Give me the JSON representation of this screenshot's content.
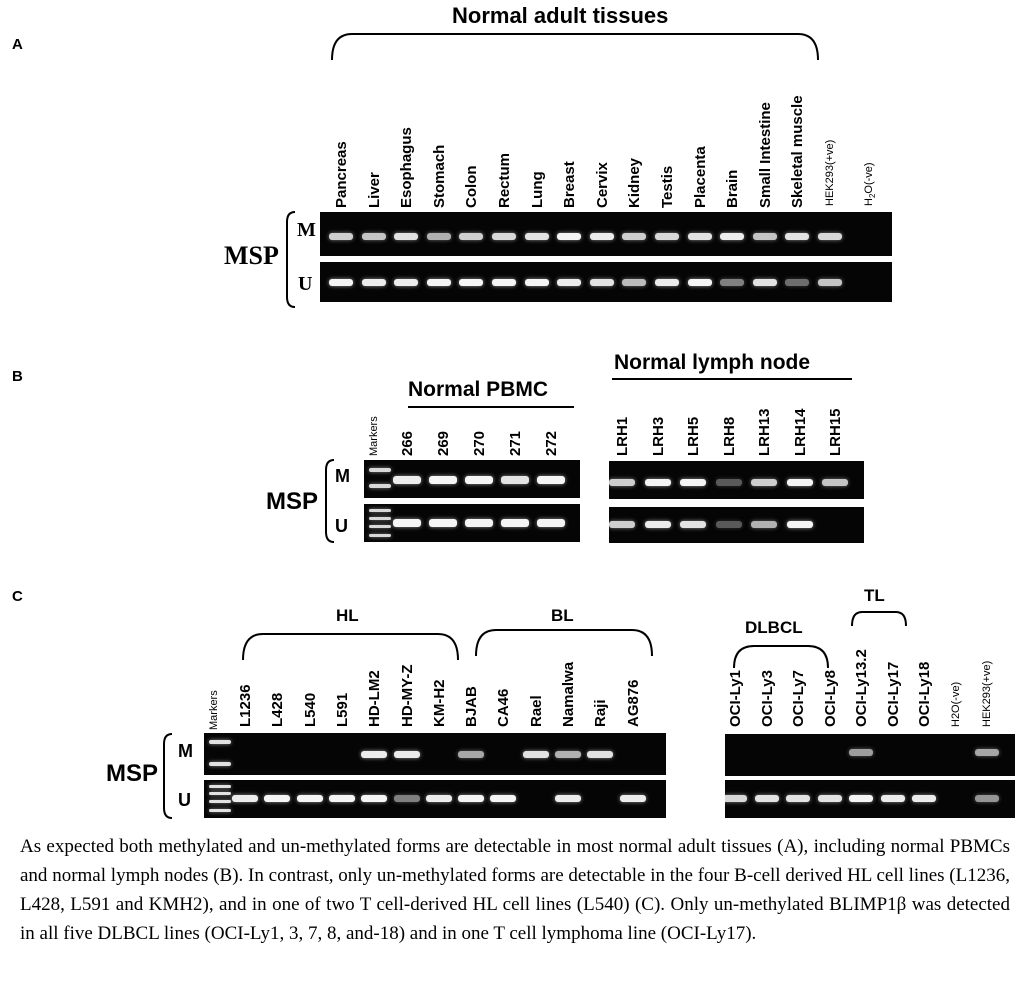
{
  "panelA": {
    "letter": "A",
    "title": "Normal adult tissues",
    "msp": "MSP",
    "row_m": "M",
    "row_u": "U",
    "lanes": [
      "Pancreas",
      "Liver",
      "Esophagus",
      "Stomach",
      "Colon",
      "Rectum",
      "Lung",
      "Breast",
      "Cervix",
      "Kidney",
      "Testis",
      "Placenta",
      "Brain",
      "Small Intestine",
      "Skeletal muscle"
    ],
    "ctrl_pos": "HEK293(+ve)",
    "ctrl_neg_prefix": "H",
    "ctrl_neg_sub": "2",
    "ctrl_neg_suffix": "O(-ve)",
    "m_intensity": [
      0.75,
      0.7,
      0.85,
      0.6,
      0.75,
      0.8,
      0.85,
      0.95,
      0.9,
      0.75,
      0.8,
      0.85,
      0.9,
      0.7,
      0.85,
      0.8,
      0
    ],
    "u_intensity": [
      0.95,
      0.9,
      0.9,
      0.95,
      0.95,
      0.95,
      0.95,
      0.9,
      0.85,
      0.65,
      0.9,
      0.95,
      0.35,
      0.85,
      0.25,
      0.7
    ]
  },
  "panelB": {
    "letter": "B",
    "title_pbmc": "Normal PBMC",
    "title_ln": "Normal lymph node",
    "markers": "Markers",
    "msp": "MSP",
    "row_m": "M",
    "row_u": "U",
    "pbmc_lanes": [
      "266",
      "269",
      "270",
      "271",
      "272"
    ],
    "ln_lanes": [
      "LRH1",
      "LRH3",
      "LRH5",
      "LRH8",
      "LRH13",
      "LRH14",
      "LRH15"
    ],
    "pbmc_m": [
      0.9,
      0.95,
      0.95,
      0.85,
      0.95
    ],
    "pbmc_u": [
      0.95,
      0.95,
      0.95,
      0.95,
      0.95
    ],
    "ln_m": [
      0.75,
      0.95,
      0.95,
      0.15,
      0.75,
      0.95,
      0.7
    ],
    "ln_u": [
      0.75,
      0.9,
      0.85,
      0.15,
      0.6,
      0.95,
      0
    ]
  },
  "panelC": {
    "letter": "C",
    "hl": "HL",
    "bl": "BL",
    "dlbcl": "DLBCL",
    "tl": "TL",
    "markers": "Markers",
    "msp": "MSP",
    "row_m": "M",
    "row_u": "U",
    "left_lanes": [
      "L1236",
      "L428",
      "L540",
      "L591",
      "HD-LM2",
      "HD-MY-Z",
      "KM-H2",
      "BJAB",
      "CA46",
      "Rael",
      "Namalwa",
      "Raji",
      "AG876"
    ],
    "right_lanes": [
      "OCI-Ly1",
      "OCI-Ly3",
      "OCI-Ly7",
      "OCI-Ly8",
      "OCI-Ly13.2",
      "OCI-Ly17",
      "OCI-Ly18"
    ],
    "ctrl_neg": "H2O(-ve)",
    "ctrl_pos": "HEK293(+ve)",
    "left_m": [
      0,
      0,
      0,
      0,
      0.9,
      0.9,
      0,
      0.55,
      0,
      0.85,
      0.6,
      0.85,
      0
    ],
    "left_u": [
      0.9,
      0.95,
      0.95,
      0.95,
      0.95,
      0.35,
      0.9,
      0.95,
      0.95,
      0,
      0.9,
      0,
      0.9
    ],
    "right_m": [
      0,
      0,
      0,
      0,
      0.5,
      0,
      0,
      0,
      0.55
    ],
    "right_u": [
      0.8,
      0.85,
      0.85,
      0.85,
      0.95,
      0.9,
      0.9,
      0,
      0.45
    ]
  },
  "caption": "As expected both methylated and un-methylated forms are detectable in most normal adult tissues (A), including normal PBMCs and normal lymph nodes (B). In contrast, only un-methylated forms are detectable in the four B-cell derived HL cell lines (L1236, L428, L591 and KMH2), and in one of two T cell-derived HL cell lines (L540) (C). Only un-methylated BLIMP1β was detected in all five DLBCL lines (OCI-Ly1, 3, 7, 8, and-18) and in one T cell lymphoma line (OCI-Ly17)."
}
